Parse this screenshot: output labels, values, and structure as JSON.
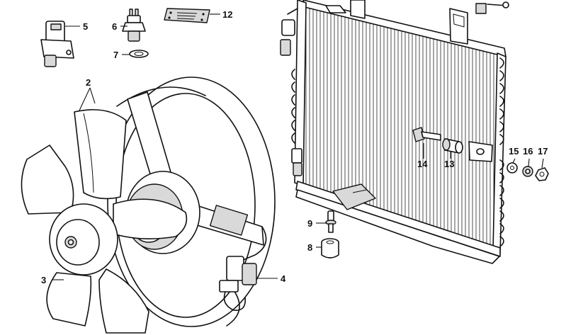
{
  "callouts": [
    {
      "id": "c1",
      "text": "2"
    },
    {
      "id": "c2",
      "text": "3"
    },
    {
      "id": "c3",
      "text": "4"
    },
    {
      "id": "c4",
      "text": "5"
    },
    {
      "id": "c5",
      "text": "6"
    },
    {
      "id": "c6",
      "text": "7"
    },
    {
      "id": "c7",
      "text": "8"
    },
    {
      "id": "c8",
      "text": "9"
    },
    {
      "id": "c9",
      "text": "12"
    },
    {
      "id": "c10",
      "text": "13"
    },
    {
      "id": "c11",
      "text": "14"
    },
    {
      "id": "c12",
      "text": "15"
    },
    {
      "id": "c13",
      "text": "16"
    },
    {
      "id": "c14",
      "text": "17"
    }
  ]
}
